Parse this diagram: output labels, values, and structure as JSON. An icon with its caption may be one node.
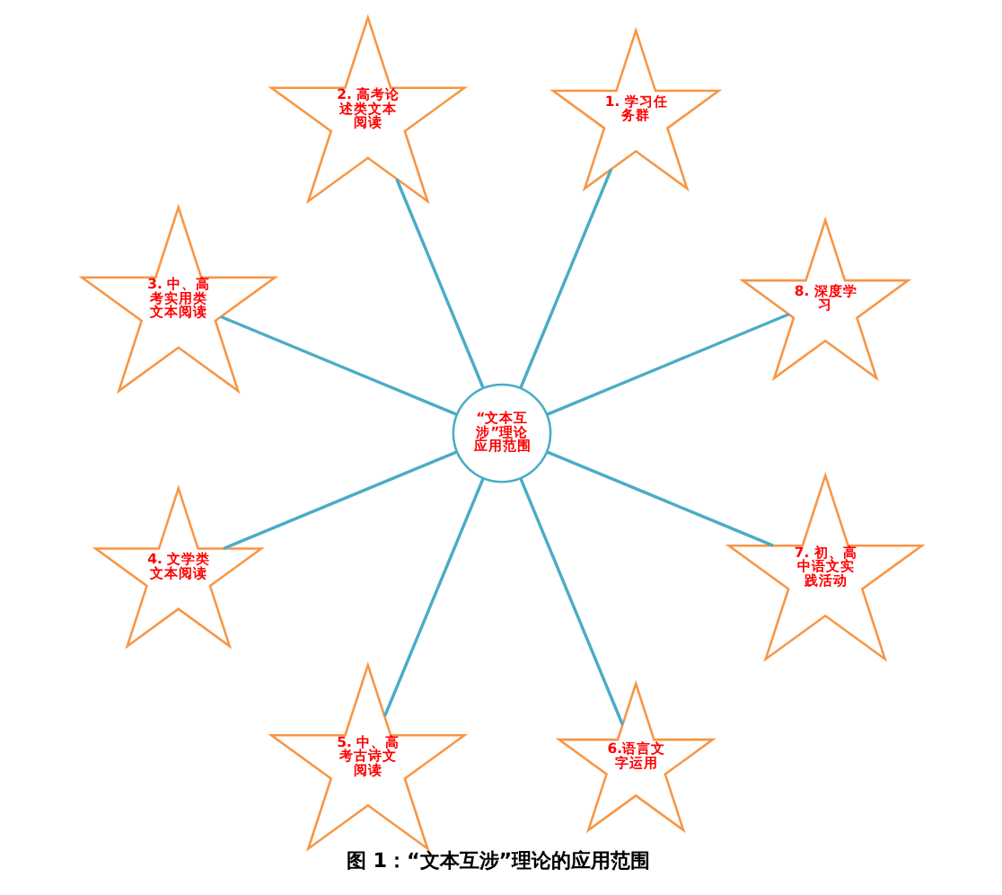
{
  "diagram": {
    "caption": "图 1：“文本互涉”理论的应用范围",
    "nodes": [
      {
        "text": [
          "“文本互涉”理论应用范围"
        ]
      },
      {
        "text": [
          "1. 学习任务群"
        ]
      },
      {
        "text": [
          "2. 高考论述类文本阅读"
        ]
      },
      {
        "text": [
          "3. 中、高考实用类文本阅读"
        ]
      },
      {
        "text": [
          "4. 文学类文本阅读"
        ]
      },
      {
        "text": [
          "5. 中、高考古诗文阅读"
        ]
      },
      {
        "text": [
          "6.语言文字运用"
        ]
      },
      {
        "text": [
          "7. 初、高中语文实践活动"
        ]
      },
      {
        "text": [
          "8. 深度学习"
        ]
      }
    ],
    "edges": [
      {
        "from": 0,
        "to": 1,
        "arrow": "none"
      },
      {
        "from": 0,
        "to": 2,
        "arrow": "none"
      },
      {
        "from": 0,
        "to": 3,
        "arrow": "none"
      },
      {
        "from": 0,
        "to": 4,
        "arrow": "none"
      },
      {
        "from": 0,
        "to": 5,
        "arrow": "none"
      },
      {
        "from": 0,
        "to": 6,
        "arrow": "none"
      },
      {
        "from": 0,
        "to": 7,
        "arrow": "none"
      },
      {
        "from": 0,
        "to": 8,
        "arrow": "none"
      }
    ]
  }
}
